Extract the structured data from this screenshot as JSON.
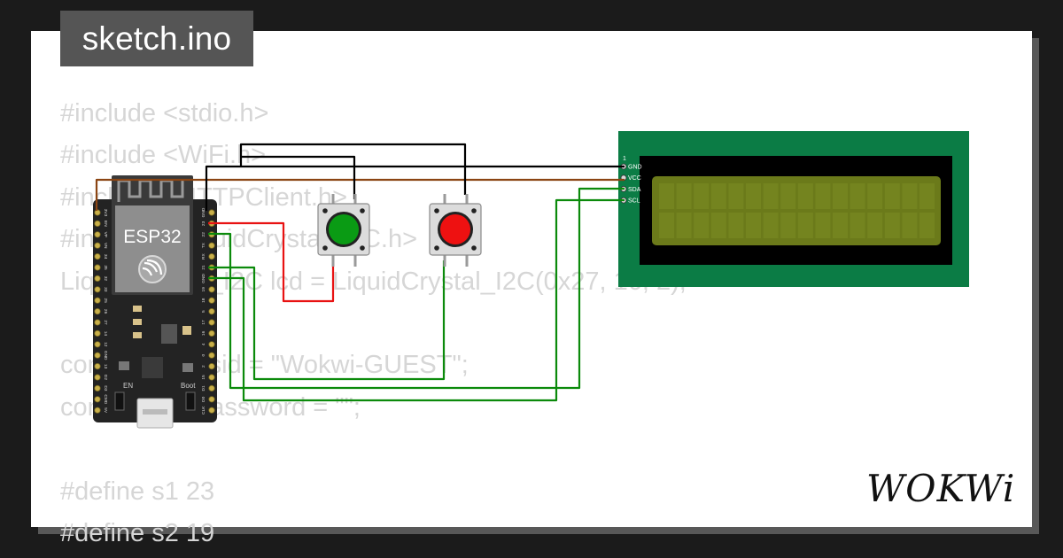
{
  "file_tab": {
    "label": "sketch.ino"
  },
  "code_lines": [
    "#include <stdio.h>",
    "#include <WiFi.h>",
    "#include <HTTPClient.h>",
    "#include <LiquidCrystal_I2C.h>",
    "LiquidCrystal_I2C lcd = LiquidCrystal_I2C(0x27, 16, 2);",
    "",
    "const char* ssid = \"Wokwi-GUEST\";",
    "const char* password = \"\";",
    "",
    "#define s1 23",
    "#define s2 19"
  ],
  "esp32": {
    "label": "ESP32",
    "en_label": "EN",
    "boot_label": "Boot",
    "right_pins": [
      "GND",
      "23",
      "22",
      "TX",
      "RX",
      "21",
      "GND",
      "19",
      "18",
      "5",
      "17",
      "16",
      "4",
      "0",
      "2",
      "15",
      "D1",
      "D0",
      "CLK"
    ],
    "left_pins": [
      "3V3",
      "EN",
      "VP",
      "VN",
      "34",
      "35",
      "32",
      "33",
      "25",
      "26",
      "27",
      "14",
      "12",
      "GND",
      "13",
      "D2",
      "D3",
      "CMD",
      "5V"
    ]
  },
  "lcd": {
    "pin_index": "1",
    "pins": [
      "GND",
      "VCC",
      "SDA",
      "SCL"
    ]
  },
  "buttons": [
    {
      "name": "green",
      "color": "#0a9b14"
    },
    {
      "name": "red",
      "color": "#ee1111"
    }
  ],
  "wire_colors": {
    "brown": "#8b4513",
    "black": "#000000",
    "red": "#e81212",
    "green": "#0b8a0b"
  },
  "logo": {
    "text": "WOKWi"
  }
}
